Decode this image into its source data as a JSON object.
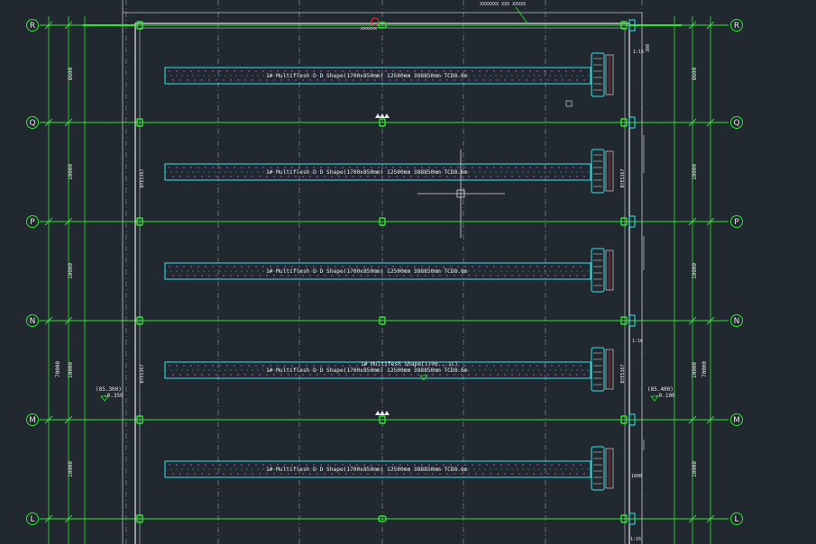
{
  "drawing": {
    "background": "#212830",
    "colors": {
      "grid": "#7a7f86",
      "green": "#2ee82e",
      "cyan": "#34e6e6",
      "white": "#e8e8e8",
      "red": "#ff3030",
      "magenta": "#ff40ff"
    },
    "axes": [
      "R",
      "Q",
      "P",
      "N",
      "M",
      "L"
    ],
    "bay_dims": [
      "8600",
      "10000",
      "10000",
      "10000",
      "10000"
    ],
    "total_dim": "70000",
    "beam_label": "1# Multiflesh  D  D  Shape(1700x850mm)  12500mm  388850mm  TCD8.6m",
    "beam_center_label": "1#  Multifesh  Shape(1700...1C)",
    "side_tag": "BYE5367",
    "elev_left": "(85.300)",
    "elev_left_sub": "-0.350",
    "elev_right": "(85.400)",
    "elev_right_sub": "-0.100",
    "small_dims": {
      "a": "1:16",
      "b": "300",
      "c": "1:16",
      "d": "1600",
      "e": "1:16"
    },
    "top_note": "XXXXXXX XXX XXXXX",
    "top_tag": "xxxxxx"
  }
}
